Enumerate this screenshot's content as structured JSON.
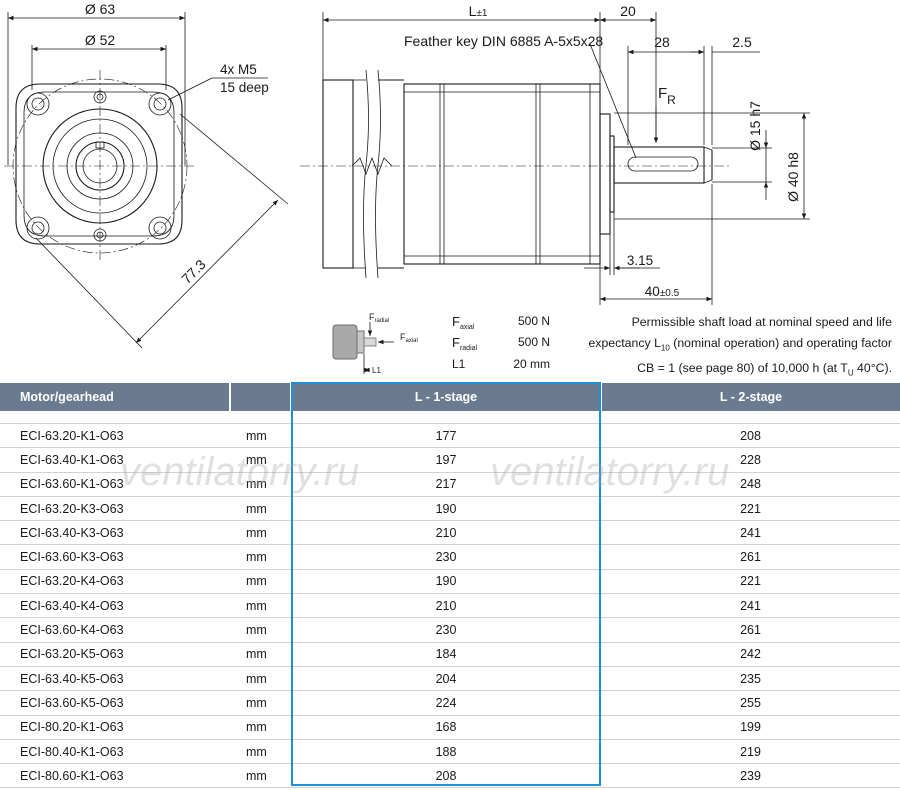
{
  "dims": {
    "d63": "Ø 63",
    "d52": "Ø 52",
    "thread": "4x M5",
    "depth": "15 deep",
    "diag": "77.3",
    "L": "L",
    "L_tol": "±1",
    "d20": "20",
    "feather_key": "Feather key DIN 6885 A-5x5x28",
    "d28": "28",
    "d2_5": "2.5",
    "FR": "F",
    "FR_sub": "R",
    "d15": "Ø 15 h7",
    "d40h8": "Ø 40 h8",
    "d3_15": "3.15",
    "d40": "40",
    "d40_tol": "±0.5"
  },
  "load_diagram": {
    "f_radial": "F",
    "f_radial_sub": "radial",
    "f_axial": "F",
    "f_axial_sub": "axial",
    "l1": "L1"
  },
  "loads": [
    {
      "sym": "F",
      "sub": "axial",
      "value": "500 N"
    },
    {
      "sym": "F",
      "sub": "radial",
      "value": "500 N"
    },
    {
      "sym": "L1",
      "sub": "",
      "value": "20 mm"
    }
  ],
  "shaft_note": {
    "line1": "Permissible shaft load at nominal speed and life",
    "line2a": "expectancy L",
    "line2_sub": "10",
    "line2b": " (nominal operation) and operating factor",
    "line3a": "CB = 1 (see page 80) of 10,000 h (at T",
    "line3_sub": "U",
    "line3b": " 40°C)."
  },
  "table": {
    "headers": [
      "Motor/gearhead",
      "",
      "L - 1-stage",
      "L - 2-stage"
    ],
    "rows": [
      [
        "ECI-63.20-K1-O63",
        "mm",
        "177",
        "208"
      ],
      [
        "ECI-63.40-K1-O63",
        "mm",
        "197",
        "228"
      ],
      [
        "ECI-63.60-K1-O63",
        "mm",
        "217",
        "248"
      ],
      [
        "ECI-63.20-K3-O63",
        "mm",
        "190",
        "221"
      ],
      [
        "ECI-63.40-K3-O63",
        "mm",
        "210",
        "241"
      ],
      [
        "ECI-63.60-K3-O63",
        "mm",
        "230",
        "261"
      ],
      [
        "ECI-63.20-K4-O63",
        "mm",
        "190",
        "221"
      ],
      [
        "ECI-63.40-K4-O63",
        "mm",
        "210",
        "241"
      ],
      [
        "ECI-63.60-K4-O63",
        "mm",
        "230",
        "261"
      ],
      [
        "ECI-63.20-K5-O63",
        "mm",
        "184",
        "242"
      ],
      [
        "ECI-63.40-K5-O63",
        "mm",
        "204",
        "235"
      ],
      [
        "ECI-63.60-K5-O63",
        "mm",
        "224",
        "255"
      ],
      [
        "ECI-80.20-K1-O63",
        "mm",
        "168",
        "199"
      ],
      [
        "ECI-80.40-K1-O63",
        "mm",
        "188",
        "219"
      ],
      [
        "ECI-80.60-K1-O63",
        "mm",
        "208",
        "239"
      ]
    ]
  },
  "watermarks": [
    "ventilatorry.ru",
    "ventilatorry.ru"
  ],
  "colors": {
    "header_bg": "#6b7b8f",
    "highlight": "#1e8fd9"
  }
}
